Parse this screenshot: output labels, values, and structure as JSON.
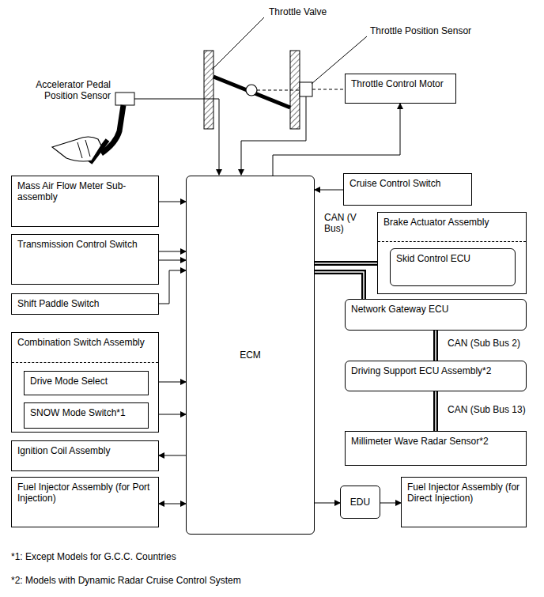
{
  "diagram": {
    "nodes": [
      {
        "text": [
          "Throttle Control Motor"
        ]
      },
      {
        "text": [
          "Mass Air Flow Meter Sub-assembly"
        ]
      },
      {
        "text": [
          "ECM"
        ]
      },
      {
        "text": [
          "Cruise Control Switch"
        ]
      },
      {
        "text": [
          "Transmission Control Switch"
        ]
      },
      {
        "text": [
          "Brake Actuator Assembly"
        ]
      },
      {
        "text": [
          "Skid Control ECU"
        ],
        "in": 5
      },
      {
        "text": [
          "Shift Paddle Switch"
        ]
      },
      {
        "text": [
          "Network Gateway ECU"
        ]
      },
      {
        "text": [
          "Combination Switch Assembly"
        ]
      },
      {
        "text": [
          "Drive Mode Select"
        ],
        "in": 9
      },
      {
        "text": [
          "SNOW Mode Switch*1"
        ],
        "in": 9
      },
      {
        "text": [
          "Driving Support ECU Assembly*2"
        ]
      },
      {
        "text": [
          "Millimeter Wave Radar Sensor*2"
        ]
      },
      {
        "text": [
          "Ignition Coil Assembly"
        ]
      },
      {
        "text": [
          "Fuel Injector Assembly (for Port Injection)"
        ]
      },
      {
        "text": [
          "EDU"
        ]
      },
      {
        "text": [
          "Fuel Injector Assembly (for Direct Injection)"
        ]
      }
    ],
    "edges": [
      {
        "from": 2,
        "to": 0,
        "arrow": "to"
      },
      {
        "from": 1,
        "to": 2,
        "arrow": "to"
      },
      {
        "from": 3,
        "to": 2,
        "arrow": "to"
      },
      {
        "from": 4,
        "to": 2,
        "arrow": "to"
      },
      {
        "from": 4,
        "to": 2,
        "arrow": "to"
      },
      {
        "from": 7,
        "to": 2,
        "arrow": "to"
      },
      {
        "from": 10,
        "to": 2,
        "arrow": "to"
      },
      {
        "from": 11,
        "to": 2,
        "arrow": "to"
      },
      {
        "from": 2,
        "to": 14,
        "arrow": "to"
      },
      {
        "from": 2,
        "to": 15,
        "arrow": "both"
      },
      {
        "from": 2,
        "to": 16,
        "arrow": "to"
      },
      {
        "from": 16,
        "to": 17,
        "arrow": "to"
      },
      {
        "from": 2,
        "to": 6,
        "label": "CAN (V Bus)",
        "arrow": "none"
      },
      {
        "from": 2,
        "to": 8,
        "arrow": "none"
      },
      {
        "from": 8,
        "to": 12,
        "label": "CAN (Sub Bus 2)",
        "arrow": "none"
      },
      {
        "from": 12,
        "to": 13,
        "label": "CAN (Sub Bus 13)",
        "arrow": "none"
      }
    ],
    "labels": [
      "Throttle Valve",
      "Throttle Position Sensor",
      "Accelerator Pedal Position Sensor",
      "*1: Except Models for G.C.C. Countries",
      "*2: Models with Dynamic Radar Cruise Control System"
    ]
  }
}
